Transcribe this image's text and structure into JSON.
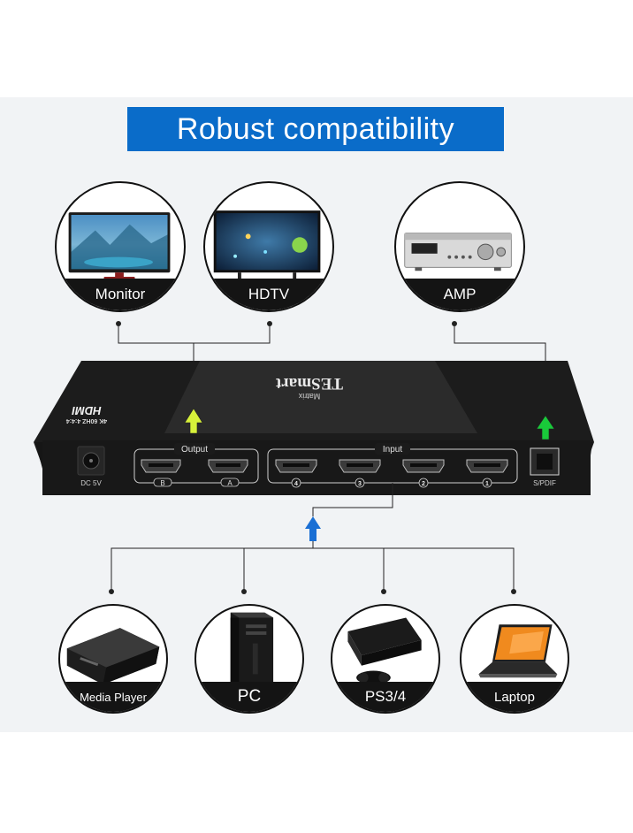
{
  "title": "Robust compatibility",
  "outputs_devices": [
    {
      "name": "Monitor",
      "icon": "monitor-icon"
    },
    {
      "name": "HDTV",
      "icon": "hdtv-icon"
    },
    {
      "name": "AMP",
      "icon": "amplifier-icon"
    }
  ],
  "inputs_devices": [
    {
      "name": "Media Player",
      "icon": "media-player-icon"
    },
    {
      "name": "PC",
      "icon": "pc-tower-icon"
    },
    {
      "name": "PS3/4",
      "icon": "game-console-icon"
    },
    {
      "name": "Laptop",
      "icon": "laptop-icon"
    }
  ],
  "switch": {
    "brand": "TESmart",
    "model": "Matrix",
    "hdmi_logo": "HDMI",
    "spec": "4K 60HZ 4:4:4",
    "dc_label": "DC 5V",
    "output_group": "Output",
    "input_group": "Input",
    "output_ports": [
      "B",
      "A"
    ],
    "input_ports": [
      "4",
      "3",
      "2",
      "1"
    ],
    "spdif_label": "S/PDIF"
  },
  "colors": {
    "banner": "#0a6cc9",
    "output_arrow": "#d7f13a",
    "spdif_arrow": "#19c93a",
    "input_arrow": "#1a6fd4"
  }
}
